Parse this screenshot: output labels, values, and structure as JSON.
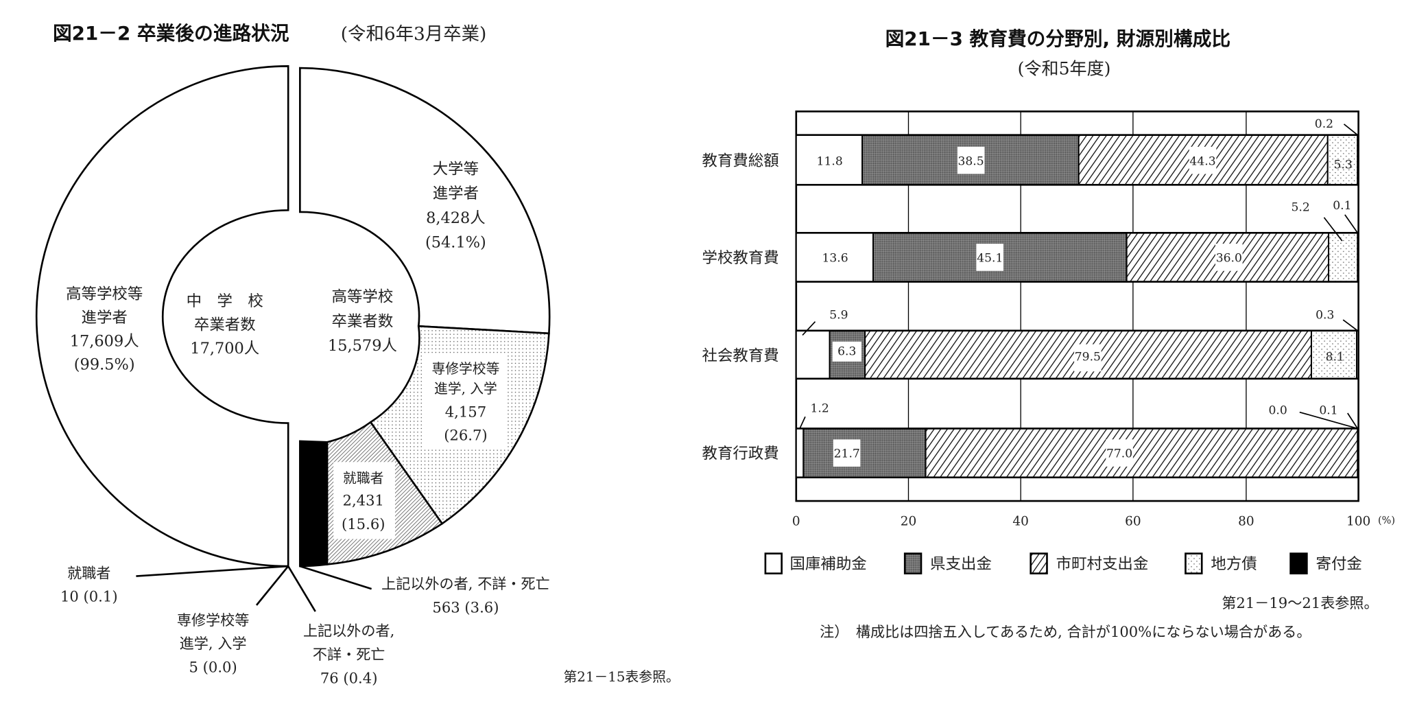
{
  "chart_data": [
    {
      "type": "pie",
      "subtype": "double-donut",
      "title": "図21－2 卒業後の進路状況",
      "subtitle": "(令和6年3月卒業)",
      "left_ring": {
        "center_label": [
          "中　学　校",
          "卒業者数",
          "17,700人"
        ],
        "total": 17700,
        "slices": [
          {
            "label": "高等学校等進学者",
            "value": 17609,
            "percent": 99.5,
            "pattern": "white"
          },
          {
            "label": "就職者",
            "value": 10,
            "percent": 0.1,
            "pattern": "white"
          },
          {
            "label": "専修学校等進学, 入学",
            "value": 5,
            "percent": 0.0,
            "pattern": "white"
          },
          {
            "label": "上記以外の者, 不詳・死亡",
            "value": 76,
            "percent": 0.4,
            "pattern": "white"
          }
        ]
      },
      "right_ring": {
        "center_label": [
          "高等学校",
          "卒業者数",
          "15,579人"
        ],
        "total": 15579,
        "slices": [
          {
            "label": "大学等進学者",
            "value": 8428,
            "percent": 54.1,
            "pattern": "white"
          },
          {
            "label": "専修学校等進学, 入学",
            "value": 4157,
            "percent": 26.7,
            "pattern": "dots"
          },
          {
            "label": "就職者",
            "value": 2431,
            "percent": 15.6,
            "pattern": "hatch-dense"
          },
          {
            "label": "上記以外の者, 不詳・死亡",
            "value": 563,
            "percent": 3.6,
            "pattern": "black"
          }
        ]
      },
      "source_note": "第21－15表参照。"
    },
    {
      "type": "bar",
      "subtype": "horizontal-stacked-100",
      "title": "図21－3 教育費の分野別, 財源別構成比",
      "subtitle": "(令和5年度)",
      "categories": [
        "教育費総額",
        "学校教育費",
        "社会教育費",
        "教育行政費"
      ],
      "series": [
        {
          "name": "国庫補助金",
          "pattern": "white",
          "values": [
            11.8,
            13.6,
            5.9,
            1.2
          ]
        },
        {
          "name": "県支出金",
          "pattern": "dense-dots",
          "values": [
            38.5,
            45.1,
            6.3,
            21.7
          ]
        },
        {
          "name": "市町村支出金",
          "pattern": "diagonal-hatch",
          "values": [
            44.3,
            36.0,
            79.5,
            77.0
          ]
        },
        {
          "name": "地方債",
          "pattern": "sparse-dots",
          "values": [
            5.3,
            5.2,
            8.1,
            0.0
          ]
        },
        {
          "name": "寄付金",
          "pattern": "black",
          "values": [
            0.2,
            0.1,
            0.3,
            0.1
          ]
        }
      ],
      "xlabel": "(%)",
      "xlim": [
        0,
        100
      ],
      "xticks": [
        "0",
        "20",
        "40",
        "60",
        "80",
        "100"
      ],
      "grid": true,
      "legend_position": "bottom",
      "source_note": "第21－19～21表参照。",
      "footnote": "注）構成比は四捨五入してあるため, 合計が100%にならない場合がある。"
    }
  ],
  "fig1": {
    "title": "図21－2 卒業後の進路状況",
    "subtitle": "(令和6年3月卒業)",
    "inner_left": [
      "中　学　校",
      "卒業者数",
      "17,700人"
    ],
    "inner_right": [
      "高等学校",
      "卒業者数",
      "15,579人"
    ],
    "left_main": [
      "高等学校等",
      "進学者",
      "17,609人",
      "(99.5%)"
    ],
    "univ": [
      "大学等",
      "進学者",
      "8,428人",
      "(54.1%)"
    ],
    "senshu": [
      "専修学校等",
      "進学, 入学",
      "4,157",
      "(26.7)"
    ],
    "job": [
      "就職者",
      "2,431",
      "(15.6)"
    ],
    "other_hs": [
      "上記以外の者, 不詳・死亡",
      "563 (3.6)"
    ],
    "job_ms": [
      "就職者",
      "10 (0.1)"
    ],
    "senshu_ms": [
      "専修学校等",
      "進学, 入学",
      "5 (0.0)"
    ],
    "other_ms": [
      "上記以外の者,",
      "不詳・死亡",
      "76 (0.4)"
    ],
    "note": "第21－15表参照。"
  },
  "fig2": {
    "title": "図21－3 教育費の分野別, 財源別構成比",
    "subtitle": "(令和5年度)",
    "rows": [
      "教育費総額",
      "学校教育費",
      "社会教育費",
      "教育行政費"
    ],
    "ticks": [
      "0",
      "20",
      "40",
      "60",
      "80",
      "100"
    ],
    "unit": "(%)",
    "labels": {
      "r0": [
        "11.8",
        "38.5",
        "44.3",
        "5.3",
        "0.2"
      ],
      "r1": [
        "13.6",
        "45.1",
        "36.0",
        "5.2",
        "0.1"
      ],
      "r2": [
        "5.9",
        "6.3",
        "79.5",
        "8.1",
        "0.3"
      ],
      "r3": [
        "1.2",
        "21.7",
        "77.0",
        "0.0",
        "0.1"
      ]
    },
    "legend": [
      "国庫補助金",
      "県支出金",
      "市町村支出金",
      "地方債",
      "寄付金"
    ],
    "note": "第21－19～21表参照。",
    "footnote": "注）　構成比は四捨五入してあるため, 合計が100%にならない場合がある。"
  }
}
